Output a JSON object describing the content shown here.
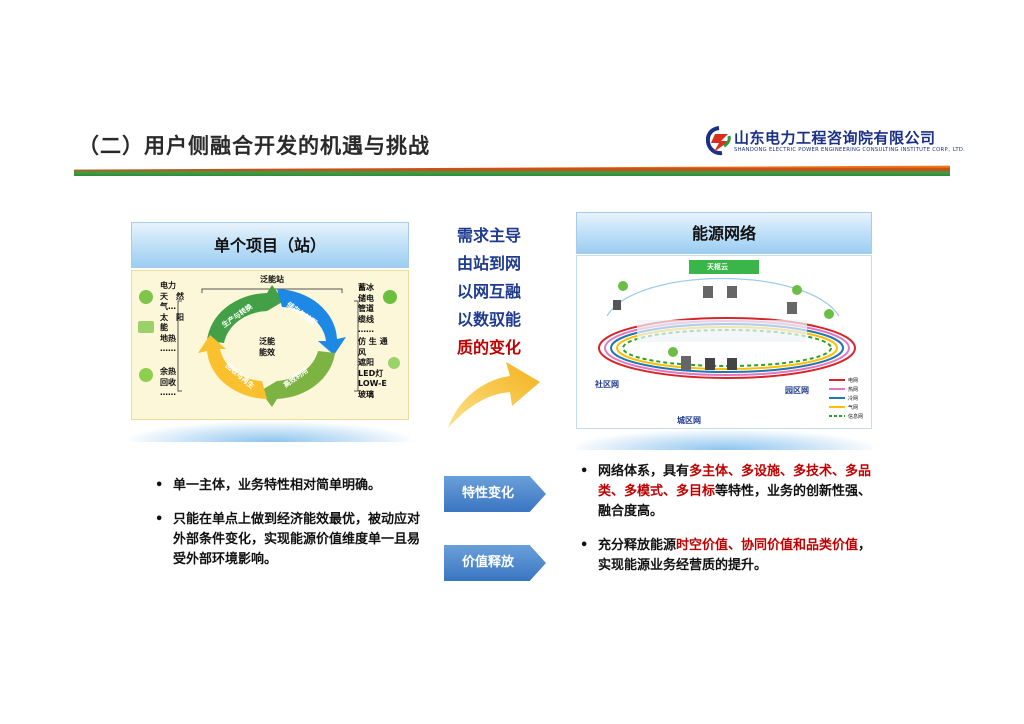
{
  "title": "（二）用户侧融合开发的机遇与挑战",
  "logo": {
    "name_cn": "山东电力工程咨询院有限公司",
    "name_en": "SHANDONG ELECTRIC POWER ENGINEERING CONSULTING INSTITUTE CORP., LTD."
  },
  "left_panel": {
    "header": "单个项目（站）",
    "diagram": {
      "top_label": "泛能站",
      "center_label_1": "泛能",
      "center_label_2": "能效",
      "cycle": [
        "生产与转换",
        "储存与输配",
        "高效利用",
        "回收与再生"
      ],
      "left_column_1": "电力\n天　然\n气…\n太　阳\n能\n地热\n……",
      "left_column_2": "余热\n回收\n……",
      "right_column_1": "蓄冰\n储电\n管道\n缆线\n……",
      "right_column_2": "仿 生 通\n风\n遮阳\nLED灯\nLOW-E\n玻璃"
    }
  },
  "middle": {
    "lines": [
      "需求主导",
      "由站到网",
      "以网互融",
      "以数驭能"
    ],
    "red_line": "质的变化"
  },
  "right_panel": {
    "header": "能源网络",
    "diagram": {
      "cloud_label": "天枢云",
      "community_label": "社区网",
      "park_label": "园区网",
      "city_label": "城区网",
      "legend": [
        "电网",
        "热网",
        "冷网",
        "气网",
        "信息网"
      ],
      "legend_colors": [
        "#d62728",
        "#e377c2",
        "#1f77b4",
        "#ffbf00",
        "#2ca02c"
      ]
    }
  },
  "tags": {
    "feature": "特性变化",
    "value": "价值释放"
  },
  "left_bullets": [
    "单一主体，业务特性相对简单明确。",
    "只能在单点上做到经济能效最优，被动应对外部条件变化，实现能源价值维度单一且易受外部环境影响。"
  ],
  "right_bullets": {
    "b1": {
      "pre": "网络体系，具有",
      "hl": "多主体、多设施、多技术、多品类、多模式、多目标",
      "post": "等特性，业务的创新性强、融合度高。"
    },
    "b2": {
      "pre": "充分释放能源",
      "hl": "时空价值、协同价值和品类价值",
      "post": "，实现能源业务经营质的提升。"
    }
  }
}
